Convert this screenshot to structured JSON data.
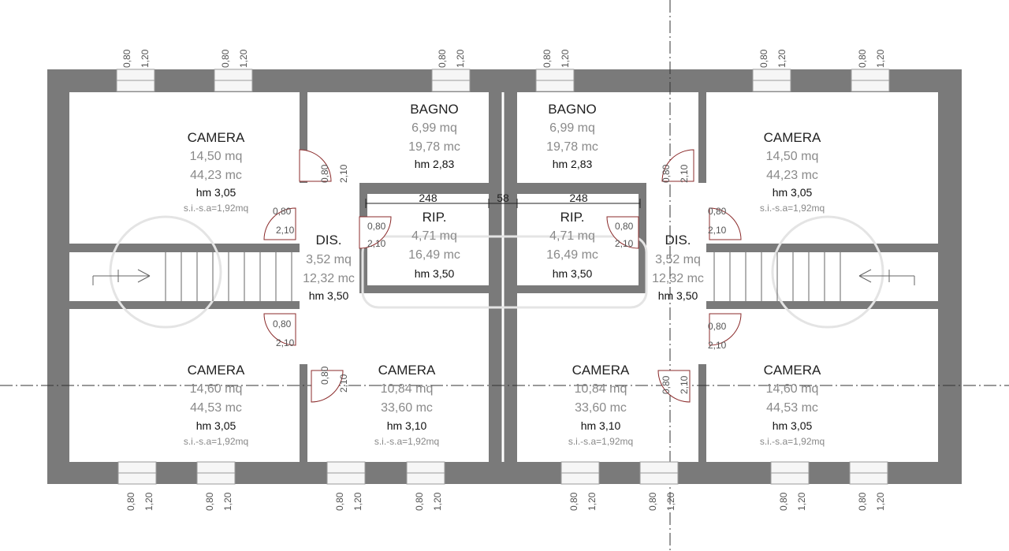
{
  "rooms": {
    "camera_tl": {
      "name": "CAMERA",
      "mq": "14,50 mq",
      "mc": "44,23 mc",
      "hm": "hm 3,05",
      "si": "s.i.-s.a=1,92mq"
    },
    "bagno_l": {
      "name": "BAGNO",
      "mq": "6,99 mq",
      "mc": "19,78 mc",
      "hm": "hm 2,83"
    },
    "bagno_r": {
      "name": "BAGNO",
      "mq": "6,99 mq",
      "mc": "19,78 mc",
      "hm": "hm 2,83"
    },
    "camera_tr": {
      "name": "CAMERA",
      "mq": "14,50 mq",
      "mc": "44,23 mc",
      "hm": "hm 3,05",
      "si": "s.i.-s.a=1,92mq"
    },
    "rip_l": {
      "name": "RIP.",
      "mq": "4,71 mq",
      "mc": "16,49 mc",
      "hm": "hm 3,50"
    },
    "rip_r": {
      "name": "RIP.",
      "mq": "4,71 mq",
      "mc": "16,49 mc",
      "hm": "hm 3,50"
    },
    "dis_l": {
      "name": "DIS.",
      "mq": "3,52 mq",
      "mc": "12,32 mc",
      "hm": "hm 3,50"
    },
    "dis_r": {
      "name": "DIS.",
      "mq": "3,52 mq",
      "mc": "12,32 mc",
      "hm": "hm 3,50"
    },
    "camera_bl": {
      "name": "CAMERA",
      "mq": "14,60 mq",
      "mc": "44,53 mc",
      "hm": "hm 3,05",
      "si": "s.i.-s.a=1,92mq"
    },
    "camera_bml": {
      "name": "CAMERA",
      "mq": "10,84 mq",
      "mc": "33,60 mc",
      "hm": "hm 3,10",
      "si": "s.i.-s.a=1,92mq"
    },
    "camera_bmr": {
      "name": "CAMERA",
      "mq": "10,84 mq",
      "mc": "33,60 mc",
      "hm": "hm 3,10",
      "si": "s.i.-s.a=1,92mq"
    },
    "camera_br": {
      "name": "CAMERA",
      "mq": "14,60 mq",
      "mc": "44,53 mc",
      "hm": "hm 3,05",
      "si": "s.i.-s.a=1,92mq"
    }
  },
  "dimensions": {
    "left_span": "248",
    "middle_span": "58",
    "right_span": "248"
  },
  "window_dims": {
    "width": "0,80",
    "height": "1,20"
  },
  "door_dims": {
    "width": "0,80",
    "height": "2,10"
  }
}
